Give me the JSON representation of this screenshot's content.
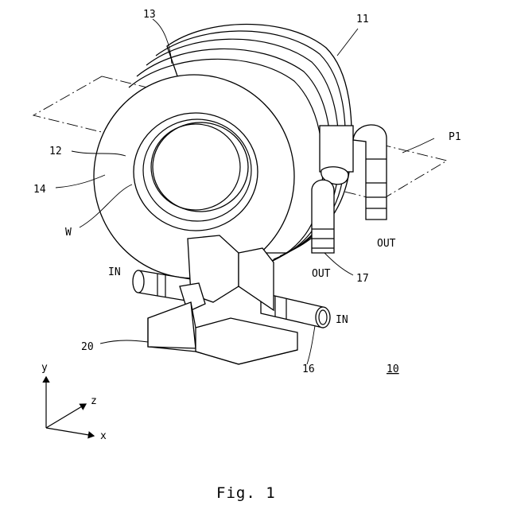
{
  "figure": {
    "caption": "Fig. 1",
    "labels": {
      "ref_10": "10",
      "ref_11": "11",
      "ref_12": "12",
      "ref_13": "13",
      "ref_14": "14",
      "ref_16": "16",
      "ref_17": "17",
      "ref_20": "20",
      "ref_W": "W",
      "ref_P1": "P1",
      "in_left": "IN",
      "in_right": "IN",
      "out_left": "OUT",
      "out_right": "OUT"
    },
    "axes": {
      "x": "x",
      "y": "y",
      "z": "z"
    }
  }
}
